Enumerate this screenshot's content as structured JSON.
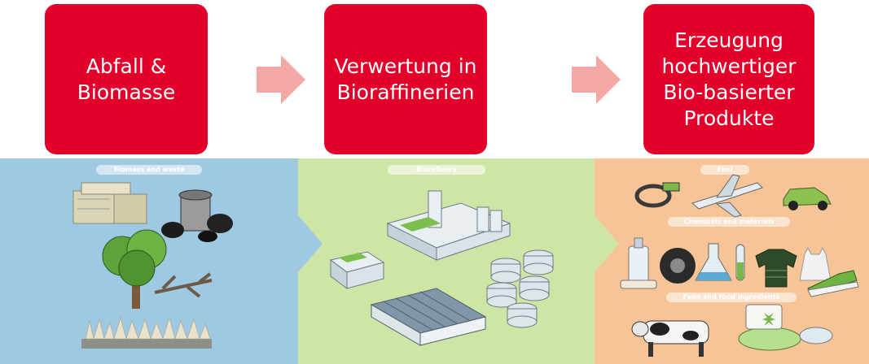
{
  "colors": {
    "stage_box": "#e2002a",
    "stage_arrow": "#f4a8a5",
    "panel_biomass": "#9fc8e3",
    "panel_biorefinery": "#cfe5a6",
    "panel_products": "#f7c497"
  },
  "stages": [
    {
      "label": "Abfall &\nBiomasse"
    },
    {
      "label": "Verwertung in\nBioraffinerien"
    },
    {
      "label": "Erzeugung\nhochwertiger\nBio-basierter\nProdukte"
    }
  ],
  "panels": {
    "biomass": {
      "title": "Biomass and waste"
    },
    "biorefinery": {
      "title": "Biorefinery"
    },
    "products": {
      "fuel_title": "Fuel",
      "chemicals_title": "Chemicals and materials",
      "feed_title": "Feed and food ingredients"
    }
  },
  "icons": [
    "hay-bales-icon",
    "trash-can-icon",
    "tree-icon",
    "branches-icon",
    "grass-icon",
    "factory-icon",
    "storage-tanks-icon",
    "greenhouse-icon",
    "fuel-nozzle-icon",
    "airplane-icon",
    "car-icon",
    "bottle-icon",
    "tire-icon",
    "flask-icon",
    "test-tube-icon",
    "shirt-icon",
    "bag-icon",
    "shoe-icon",
    "cow-icon",
    "food-bowl-icon"
  ]
}
